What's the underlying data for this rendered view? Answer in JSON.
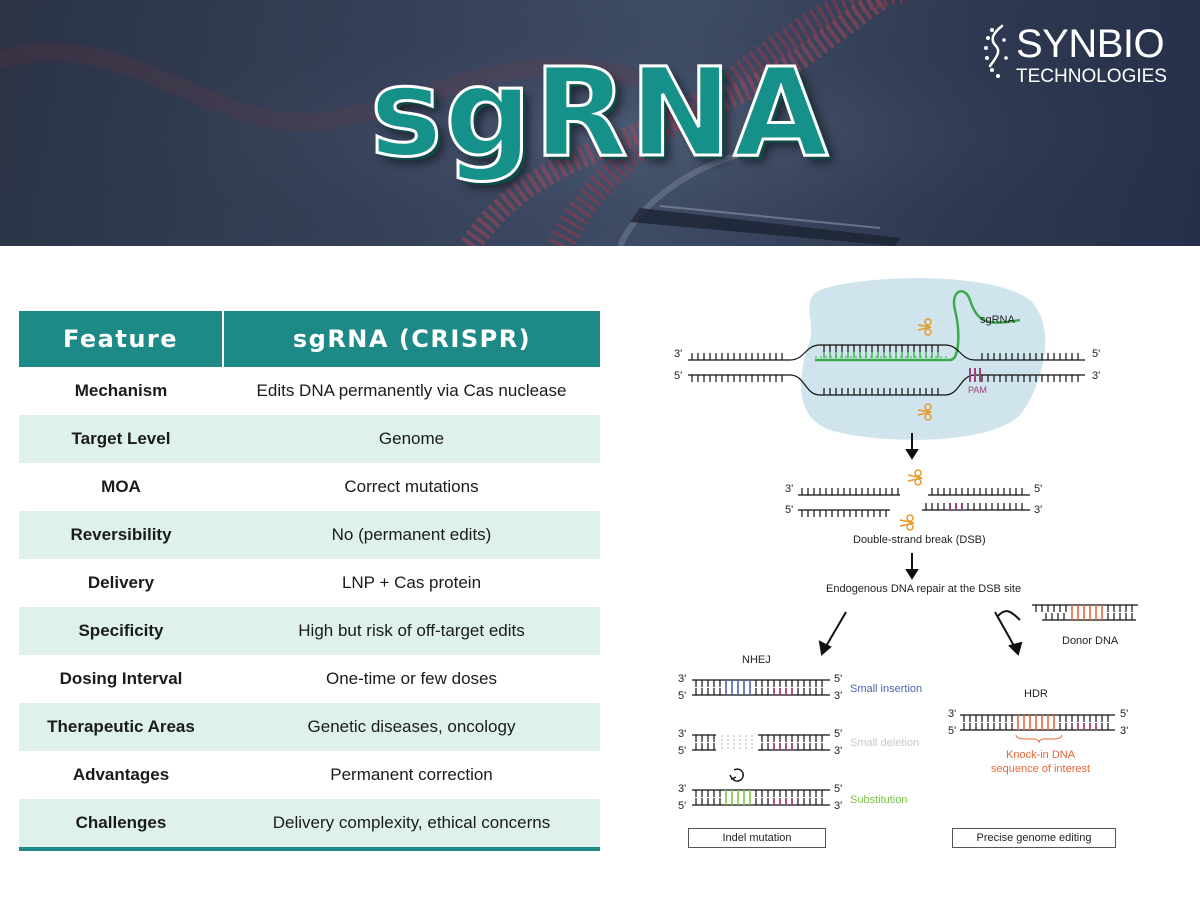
{
  "hero": {
    "title": "sgRNA",
    "logo": {
      "name": "SYNBIO",
      "sub": "TECHNOLOGIES"
    }
  },
  "table": {
    "headers": [
      "Feature",
      "sgRNA (CRISPR)"
    ],
    "rows": [
      [
        "Mechanism",
        "Edits DNA permanently via Cas nuclease"
      ],
      [
        "Target Level",
        "Genome"
      ],
      [
        "MOA",
        "Correct mutations"
      ],
      [
        "Reversibility",
        "No (permanent edits)"
      ],
      [
        "Delivery",
        "LNP + Cas protein"
      ],
      [
        "Specificity",
        "High but risk of off-target edits"
      ],
      [
        "Dosing Interval",
        "One-time or few doses"
      ],
      [
        "Therapeutic Areas",
        "Genetic diseases, oncology"
      ],
      [
        "Advantages",
        "Permanent correction"
      ],
      [
        "Challenges",
        "Delivery complexity, ethical concerns"
      ]
    ]
  },
  "diagram": {
    "sgrna_label": "sgRNA",
    "pam_label": "PAM",
    "prime3": "3'",
    "prime5": "5'",
    "dsb_label": "Double-strand break (DSB)",
    "repair_label": "Endogenous DNA repair at the DSB site",
    "donor_label": "Donor DNA",
    "nhej_label": "NHEJ",
    "hdr_label": "HDR",
    "small_insertion": "Small insertion",
    "small_deletion": "Small deletion",
    "substitution": "Substitution",
    "knockin_label_1": "Knock-in DNA",
    "knockin_label_2": "sequence of interest",
    "indel_box": "Indel mutation",
    "precise_box": "Precise genome editing",
    "colors": {
      "teal": "#1d8a87",
      "cas_blob": "#cfe4ec",
      "sgrna_green": "#3aaa4a",
      "pam_purple": "#a0407a",
      "insertion_blue": "#4a64b0",
      "deletion_gray": "#c8c8c8",
      "substitution_green": "#7cc443",
      "knockin_orange": "#e8663a",
      "scissors": "#e79a2b"
    }
  }
}
